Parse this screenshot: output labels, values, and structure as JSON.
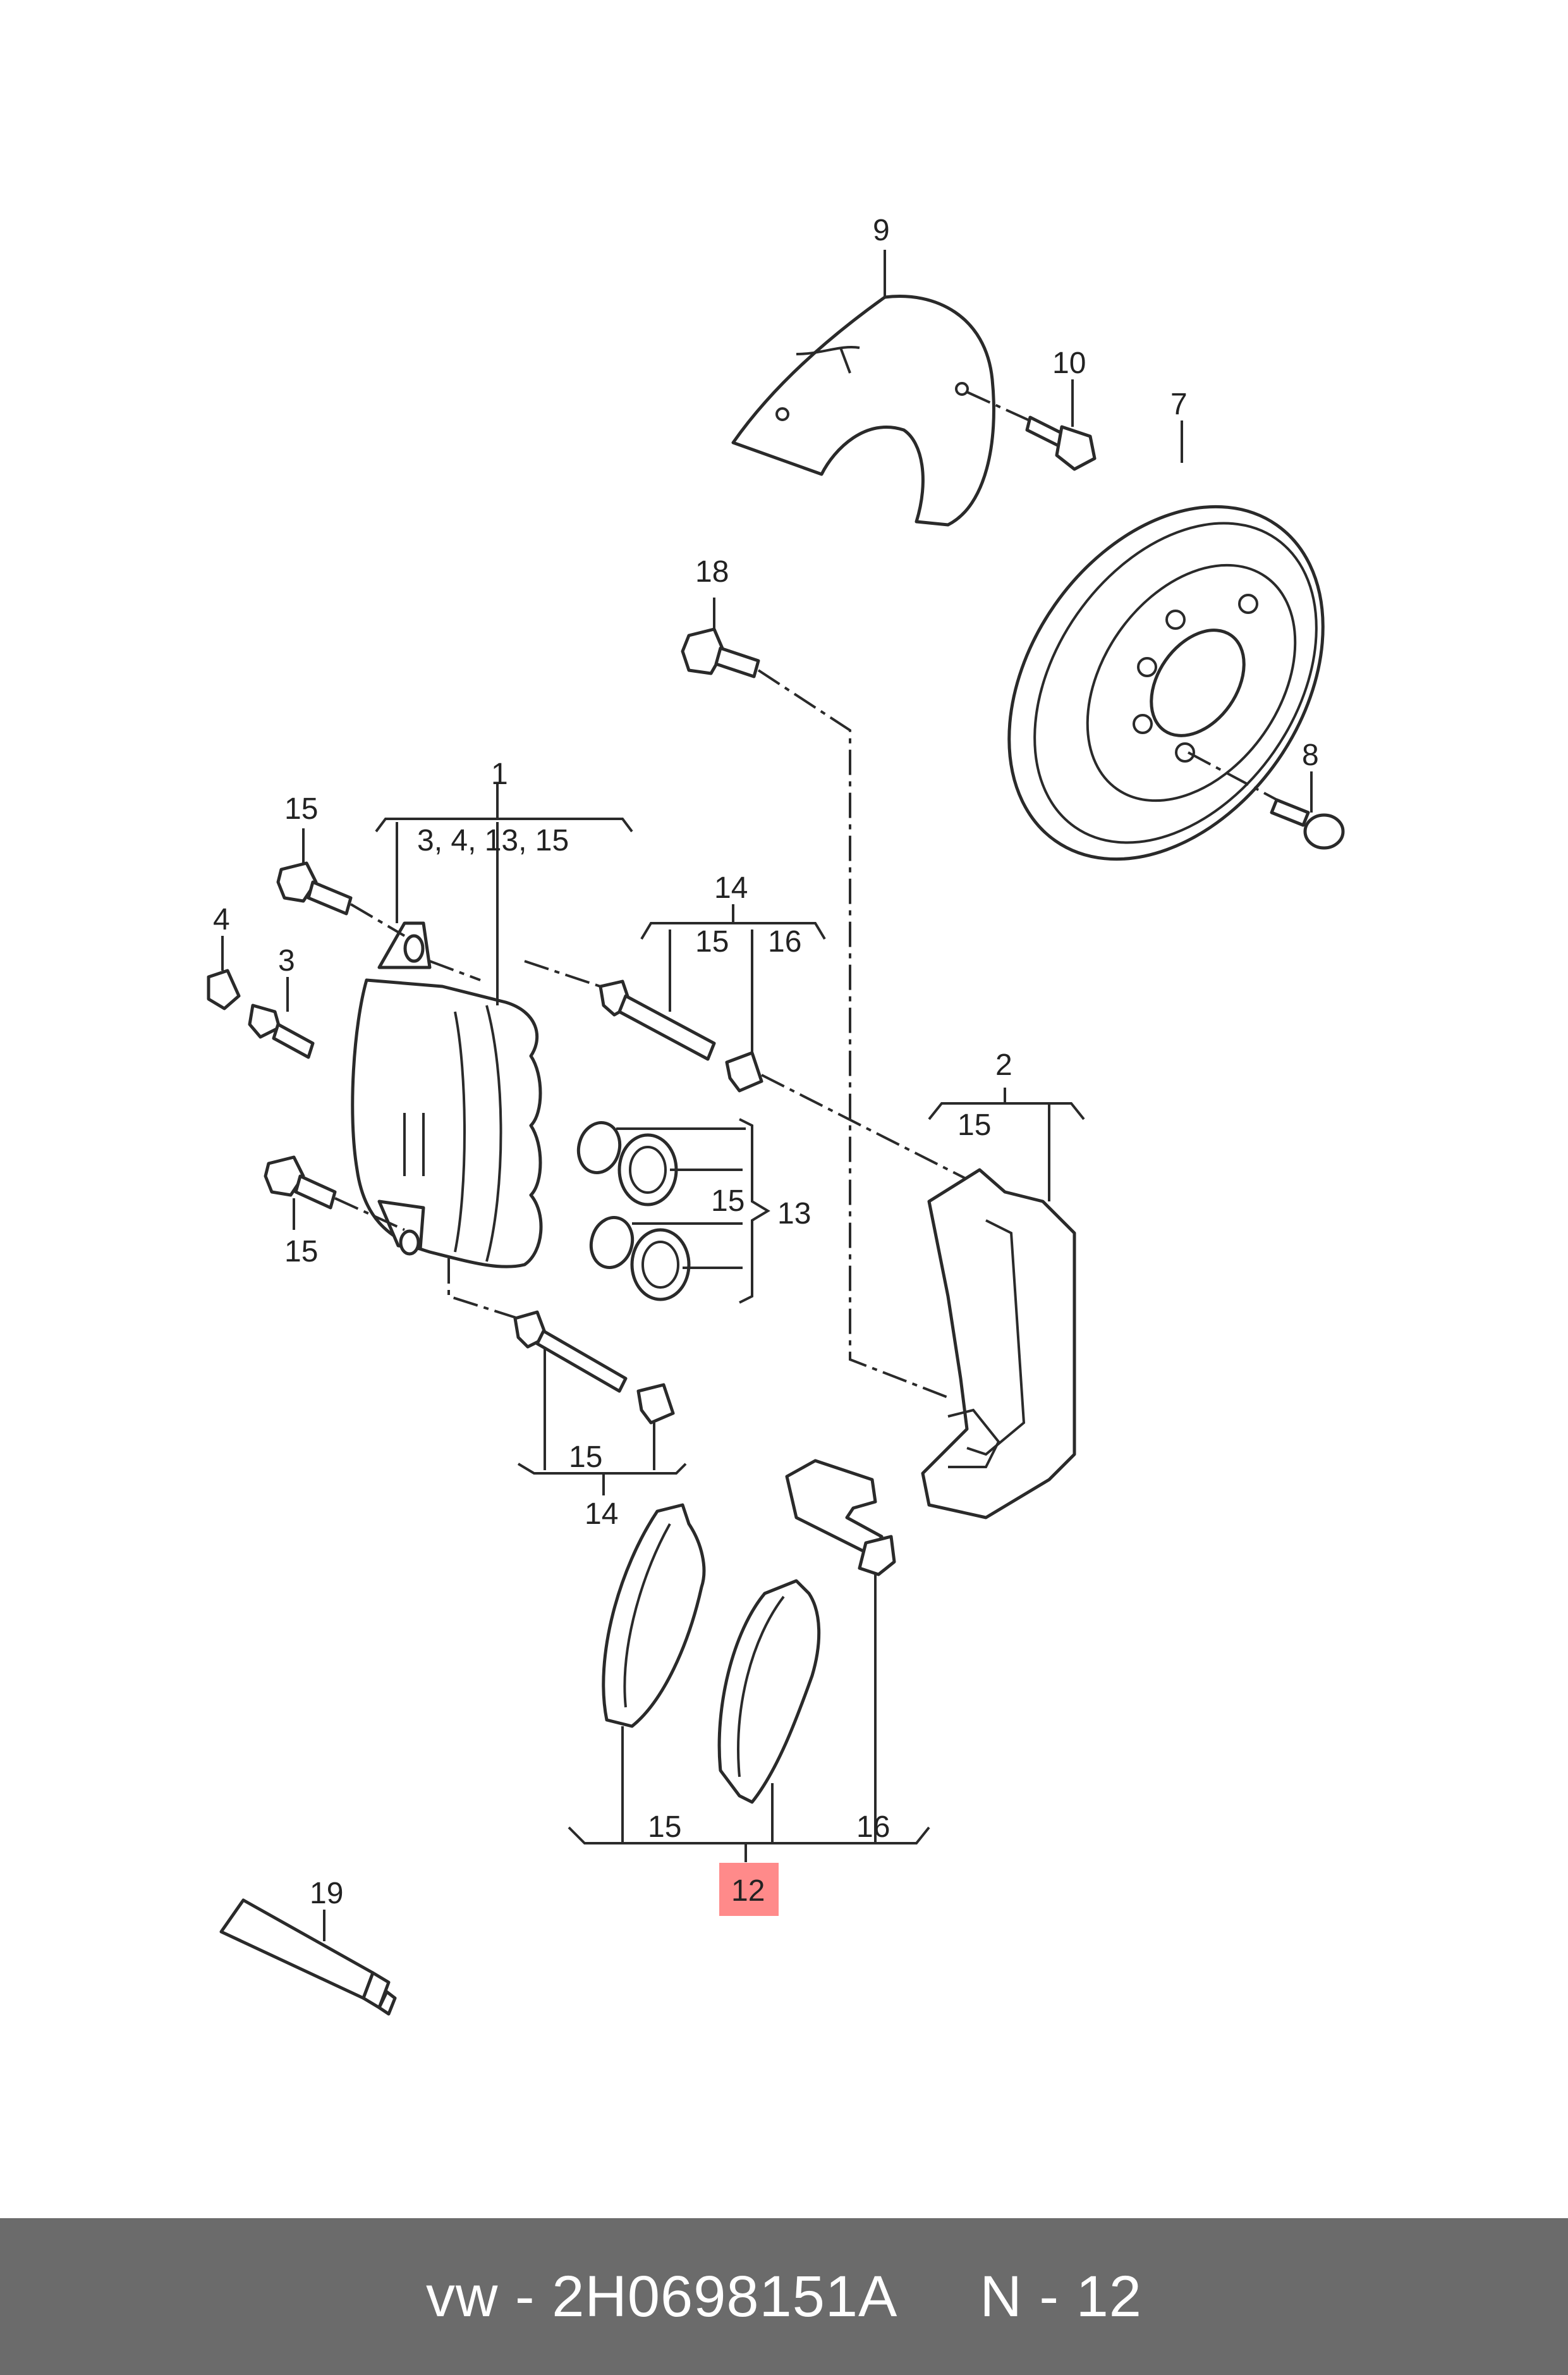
{
  "callouts": {
    "c1": "1",
    "c1_sub": "3, 4, 13, 15",
    "c2": "2",
    "c2_sub": "15",
    "c3": "3",
    "c4": "4",
    "c7": "7",
    "c8": "8",
    "c9": "9",
    "c10": "10",
    "c12": "12",
    "c13": "13",
    "c13_15": "15",
    "c14_top": "14",
    "c14_top_15": "15",
    "c14_top_16": "16",
    "c14_bottom": "14",
    "c14_bottom_15": "15",
    "c15_bolt_top": "15",
    "c15_bolt_bottom": "15",
    "c12_15": "15",
    "c12_16": "16",
    "c18": "18",
    "c19": "19"
  },
  "highlight_color": "#ff8a8a",
  "footer": {
    "brand": "vw",
    "separator": " - ",
    "part_number": "2H0698151A",
    "position": "N - 12"
  }
}
